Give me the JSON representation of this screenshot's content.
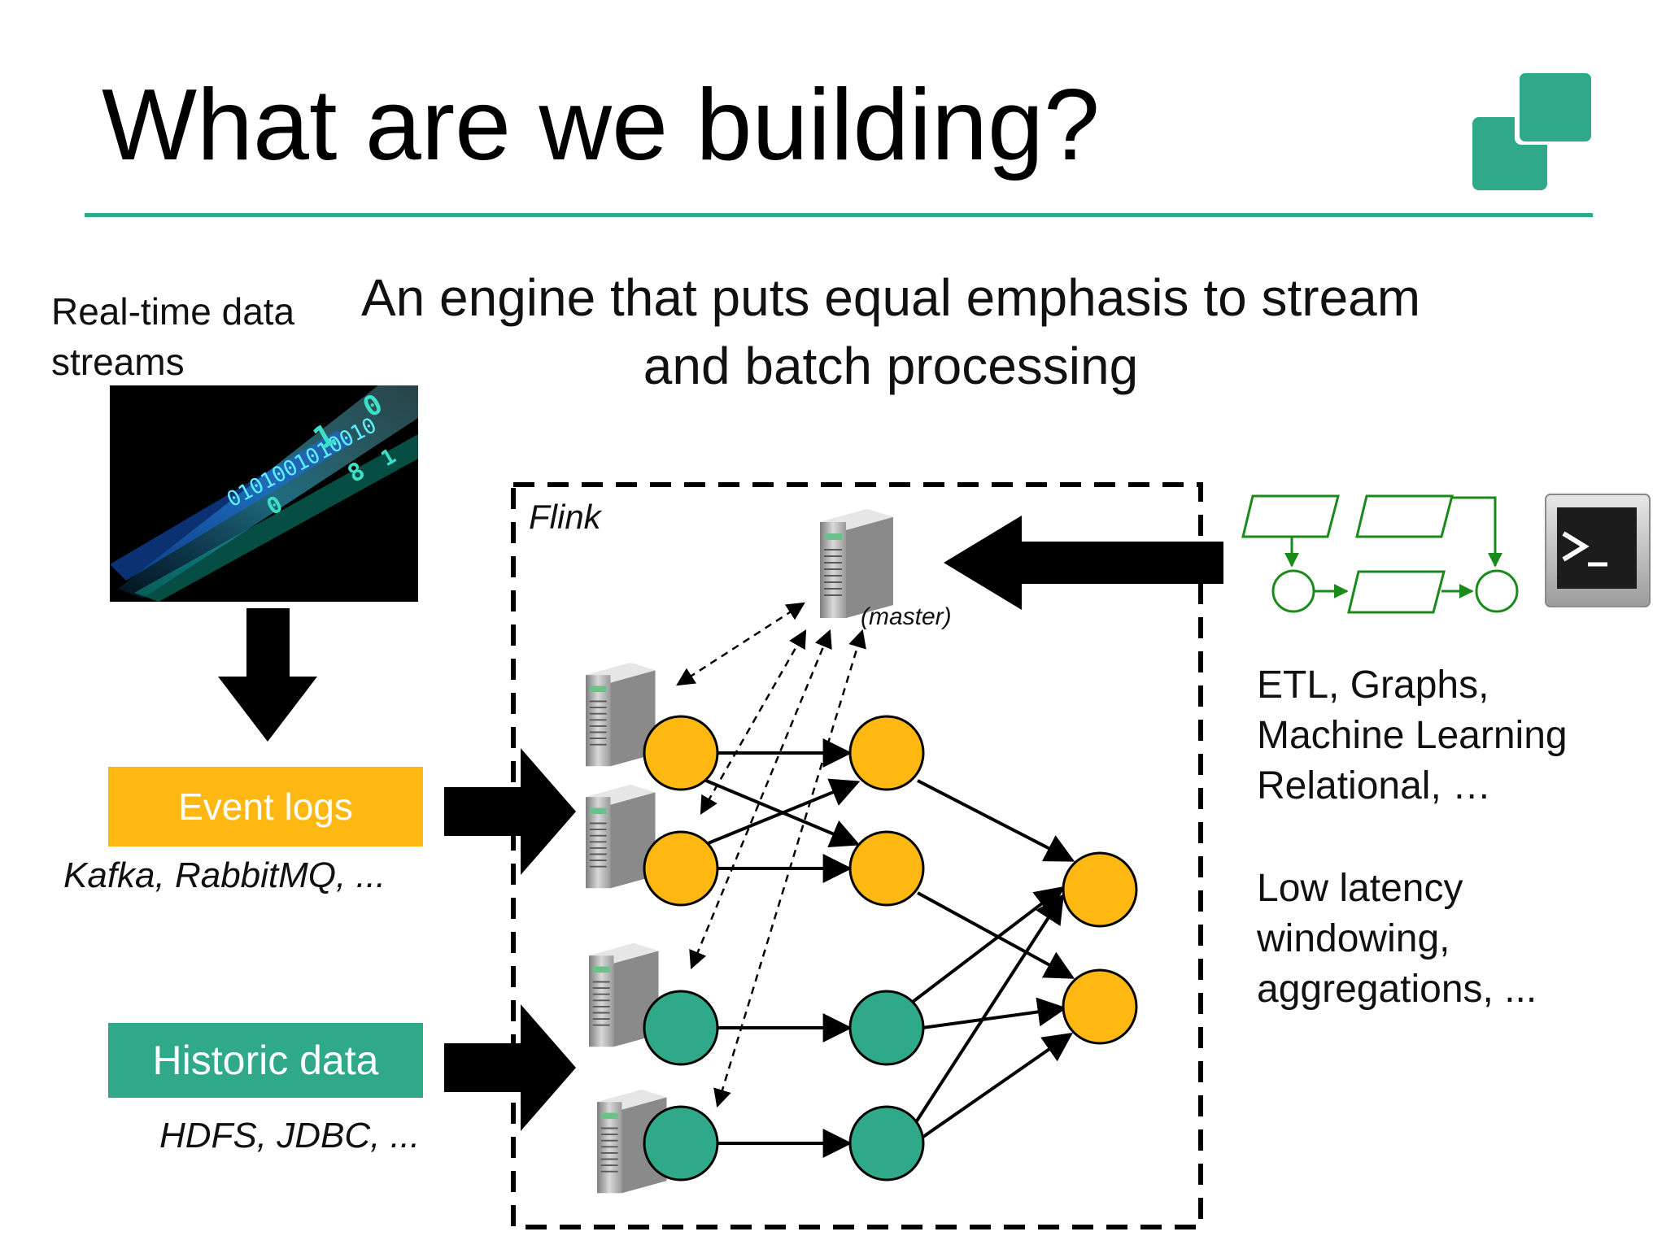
{
  "slide": {
    "title": "What are we building?",
    "subtitle": "An engine that puts equal emphasis to stream and batch processing",
    "stream_label": "Real-time data streams",
    "event_logs": "Event logs",
    "kafka_caption": "Kafka, RabbitMQ, ...",
    "historic_data": "Historic data",
    "hdfs_caption": "HDFS, JDBC, ...",
    "flink_label": "Flink",
    "master_label": "(master)",
    "use_cases_1": "ETL, Graphs, Machine Learning Relational, …",
    "use_cases_2": "Low latency windowing, aggregations, ...",
    "stream_digits": "0101001010010"
  },
  "colors": {
    "accent": "#2fa98a",
    "orange_node": "#ffb712",
    "teal_node": "#2fa98a",
    "workflow_green": "#1a8a1a"
  },
  "icons": [
    "logo-icon",
    "server-icon",
    "terminal-icon",
    "workflow-icon"
  ]
}
